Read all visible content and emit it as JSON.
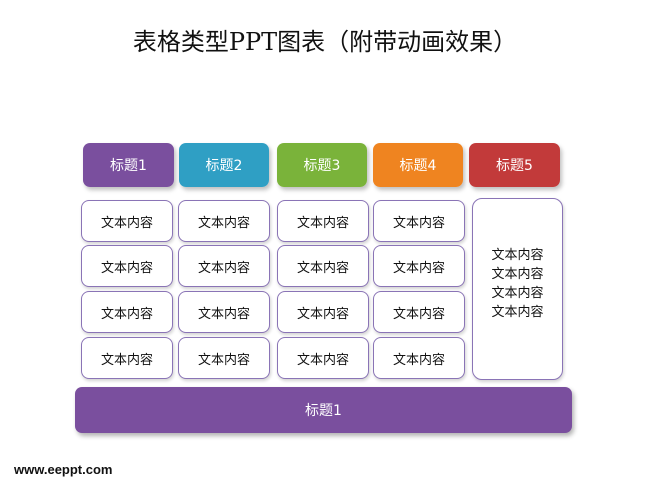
{
  "title": "表格类型PPT图表（附带动画效果）",
  "headers": [
    {
      "label": "标题1",
      "color": "#7a4f9e"
    },
    {
      "label": "标题2",
      "color": "#2f9fc4"
    },
    {
      "label": "标题3",
      "color": "#7ab33a"
    },
    {
      "label": "标题4",
      "color": "#ef8420"
    },
    {
      "label": "标题5",
      "color": "#c23a3a"
    }
  ],
  "cell_text": "文本内容",
  "big_cell": [
    "文本内容",
    "文本内容",
    "文本内容",
    "文本内容"
  ],
  "footer": {
    "label": "标题1",
    "color": "#7a4f9e"
  },
  "website": "www.eeppt.com"
}
